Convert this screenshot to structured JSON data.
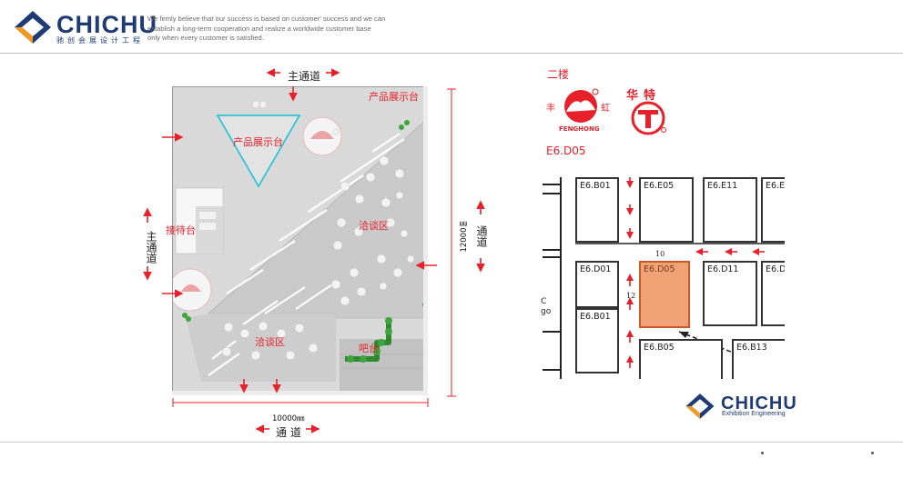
{
  "header": {
    "brand": "CHICHU",
    "brand_cn": "驰创会展设计工程",
    "tagline": "We firmly believe that our success is based on customer' success and we can\nestablish a long-term cooperation and realize a worldwide customer base\nonly when every customer is satisfied."
  },
  "plan": {
    "main_aisle_top": "主通道",
    "main_aisle_left": "主通道",
    "product_display_1": "产品展示台",
    "product_display_2": "产品展示台",
    "reception": "接待台",
    "negotiation_1": "洽谈区",
    "negotiation_2": "洽谈区",
    "bar": "吧台",
    "width_dim": "10000㎜",
    "height_dim": "12000㎜",
    "aisle_bottom": "通 道",
    "aisle_right": "通道"
  },
  "location": {
    "floor": "二楼",
    "booth_code": "E6.D05",
    "brand1_left": "丰",
    "brand1_right": "虹",
    "brand1_name": "FENGHONG",
    "brand2": "华特",
    "row_num_top": "10",
    "row_num_side": "12",
    "cut_text_1": "C",
    "cut_text_2": "go",
    "booths": [
      {
        "id": "E6.B01"
      },
      {
        "id": "E6.E05"
      },
      {
        "id": "E6.E11"
      },
      {
        "id": "E6.E"
      },
      {
        "id": "E6.D01"
      },
      {
        "id": "E6.D05"
      },
      {
        "id": "E6.D11"
      },
      {
        "id": "E6.D"
      },
      {
        "id": "E6.B01"
      },
      {
        "id": "E6.B05"
      },
      {
        "id": "E6.B13"
      }
    ]
  },
  "footer": {
    "brand": "CHICHU",
    "subtitle": "Exhibition Engineering"
  },
  "colors": {
    "accent_red": "#e8202a",
    "brand_navy": "#1f3b73",
    "brand_orange": "#f29a1f",
    "highlight_booth": "#f0a276"
  }
}
